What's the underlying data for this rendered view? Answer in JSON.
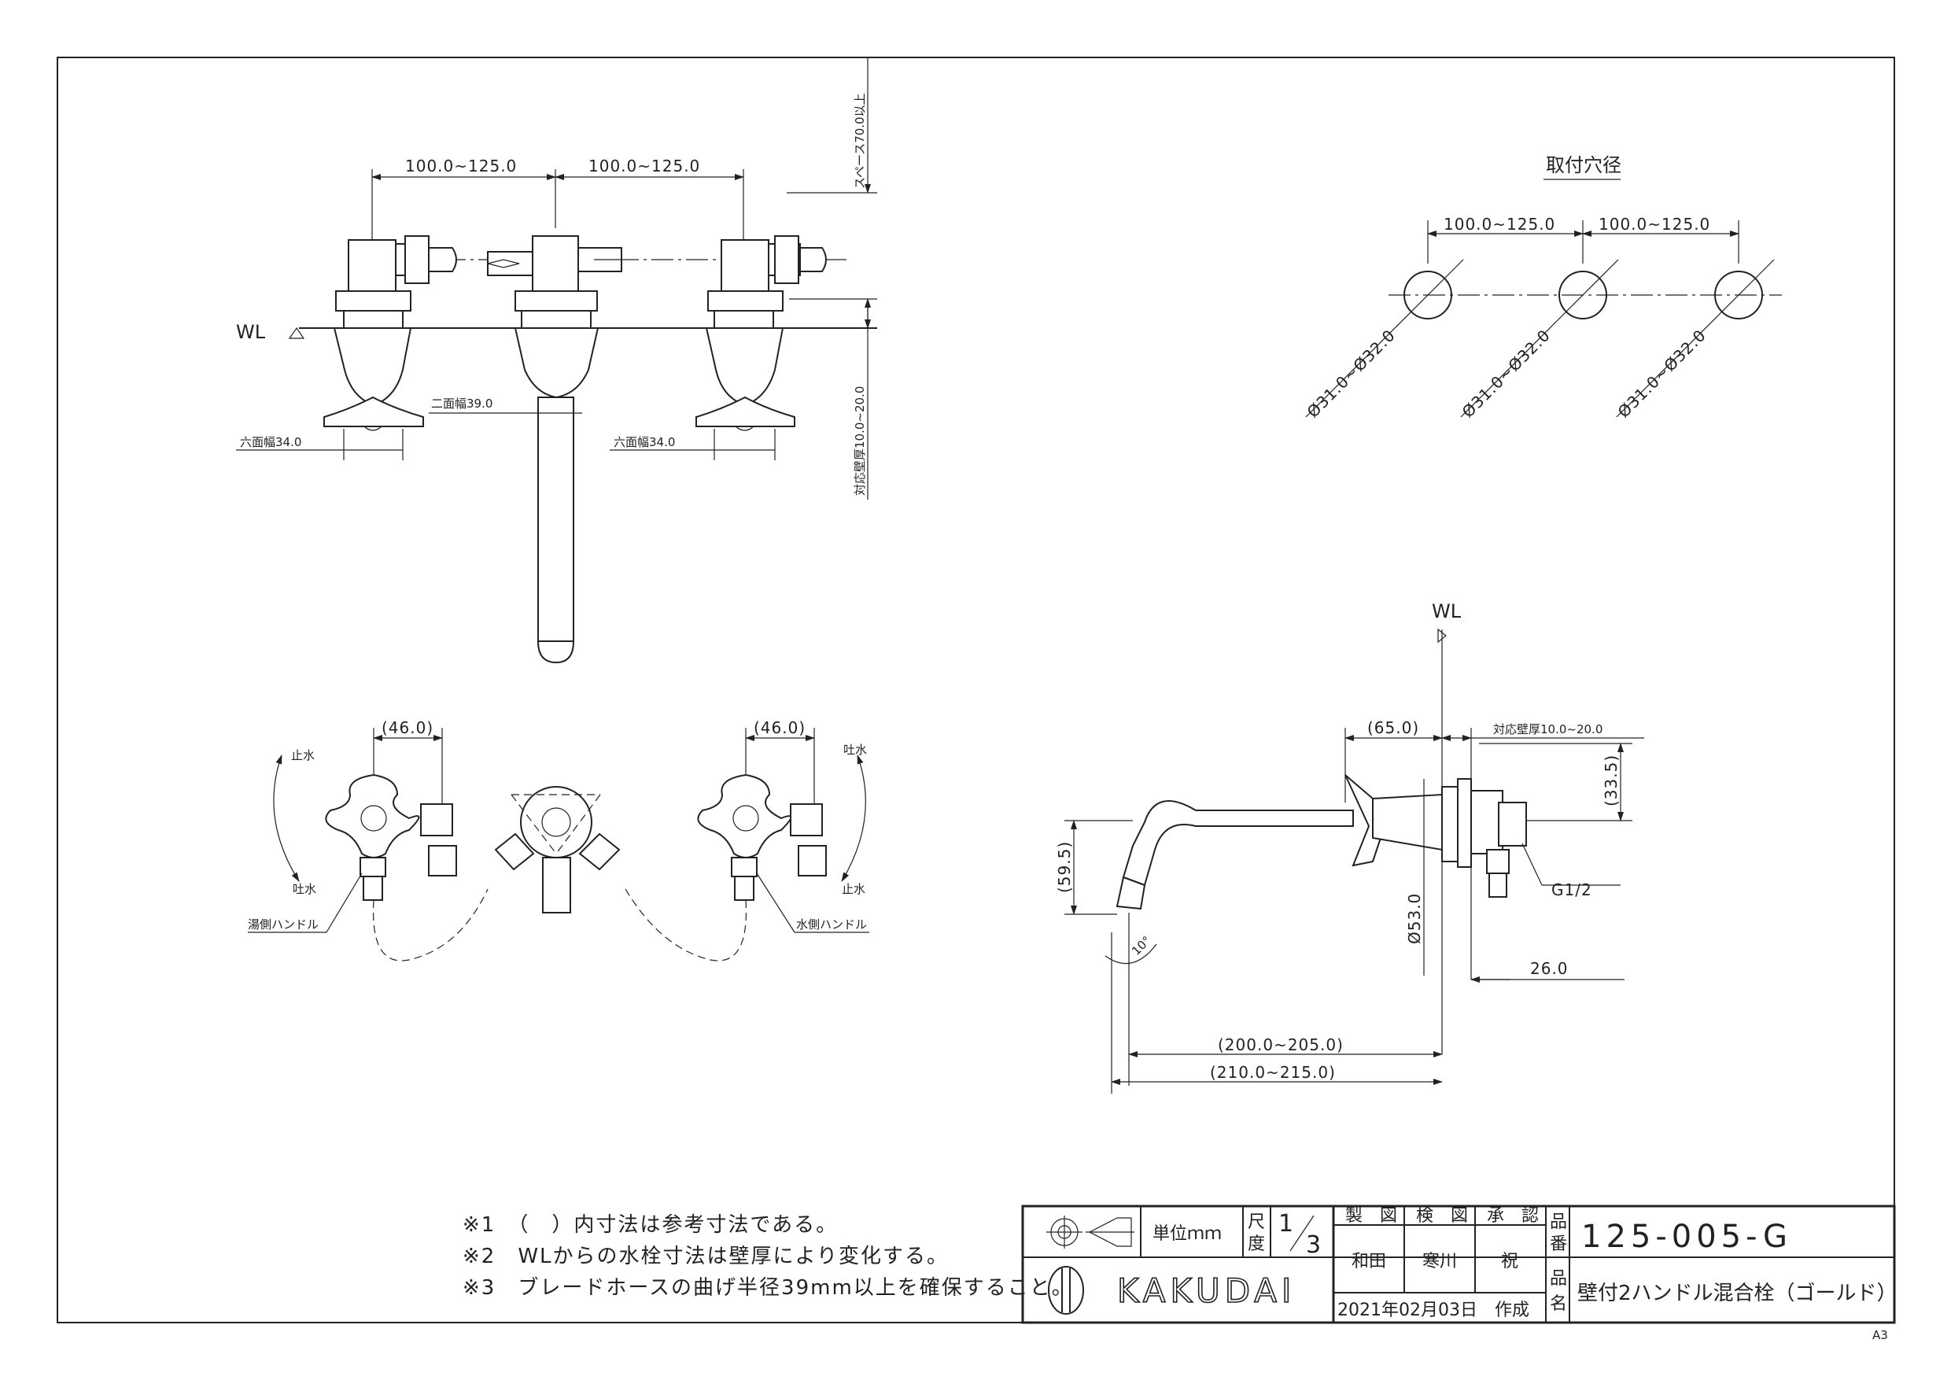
{
  "drawing": {
    "wl_label": "WL",
    "space_dim": "スペース70.0以上",
    "wall_range": "対応壁厚10.0~20.0",
    "front": {
      "pitch_left": "100.0~125.0",
      "pitch_right": "100.0~125.0",
      "hex_left": "六面幅34.0",
      "hex_right": "六面幅34.0",
      "flat_width": "二面幅39.0"
    },
    "hole": {
      "title": "取付穴径",
      "pitch_left": "100.0~125.0",
      "pitch_right": "100.0~125.0",
      "dia1": "Ø31.0~Ø32.0",
      "dia2": "Ø31.0~Ø32.0",
      "dia3": "Ø31.0~Ø32.0"
    },
    "top": {
      "dim_left": "(46.0)",
      "dim_right": "(46.0)",
      "stop_left": "止水",
      "spout_left": "吐水",
      "stop_right": "止水",
      "spout_right": "吐水",
      "hot_handle": "湯側ハンドル",
      "cold_handle": "水側ハンドル"
    },
    "side": {
      "wl_label": "WL",
      "dim_65": "(65.0)",
      "wall_range": "対応壁厚10.0~20.0",
      "dim_335": "(33.5)",
      "dim_595": "(59.5)",
      "dia_53": "Ø53.0",
      "thread": "G1/2",
      "dim_26": "26.0",
      "angle": "10°",
      "reach1": "(200.0~205.0)",
      "reach2": "(210.0~215.0)"
    }
  },
  "notes": [
    "※1　（　）内寸法は参考寸法である。",
    "※2　WLからの水栓寸法は壁厚により変化する。",
    "※3　ブレードホースの曲げ半径39mm以上を確保すること。"
  ],
  "title_block": {
    "unit_label": "単位ｍｍ",
    "scale_label_1": "尺",
    "scale_label_2": "度",
    "scale_num": "1",
    "scale_den": "3",
    "made_by": "製　図",
    "checked_by": "検　図",
    "approved_by": "承　認",
    "made_name": "和田",
    "checked_name": "寒川",
    "approved_name": "祝",
    "brand": "KAKUDAI",
    "date": "2021年02月03日　作成",
    "part_no_label_1": "品",
    "part_no_label_2": "番",
    "part_no": "125-005-G",
    "name_label_1": "品",
    "name_label_2": "名",
    "product_name": "壁付2ハンドル混合栓（ゴールド）"
  },
  "sheet_size": "A3"
}
